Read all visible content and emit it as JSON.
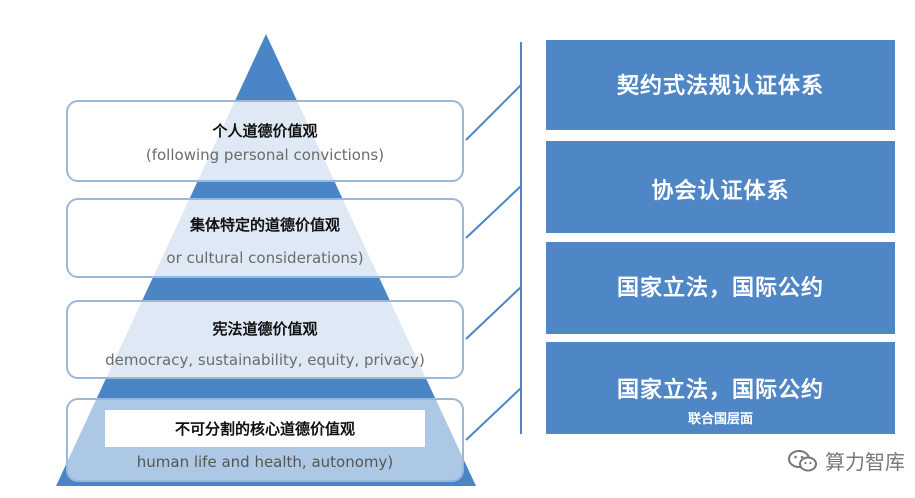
{
  "tiers": [
    {
      "title": "个人道德价值观",
      "subtitle": "(following personal convictions)"
    },
    {
      "title": "集体特定的道德价值观",
      "subtitle": "or cultural considerations)"
    },
    {
      "title": "宪法道德价值观",
      "subtitle": "democracy, sustainability, equity, privacy)"
    },
    {
      "title": "不可分割的核心道德价值观",
      "subtitle": "human life and health, autonomy)"
    }
  ],
  "right_boxes": [
    {
      "title": "契约式法规认证体系",
      "subtitle": ""
    },
    {
      "title": "协会认证体系",
      "subtitle": ""
    },
    {
      "title": "国家立法，国际公约",
      "subtitle": ""
    },
    {
      "title": "国家立法，国际公约",
      "subtitle": "联合国层面"
    }
  ],
  "watermark": {
    "text": "算力智库",
    "icon": "wechat-icon"
  },
  "colors": {
    "pyramid": "#4a86c5",
    "pyramid_dark": "#3a6fb0",
    "box_border": "#9bb7d9",
    "right_box": "#4f86c6"
  }
}
